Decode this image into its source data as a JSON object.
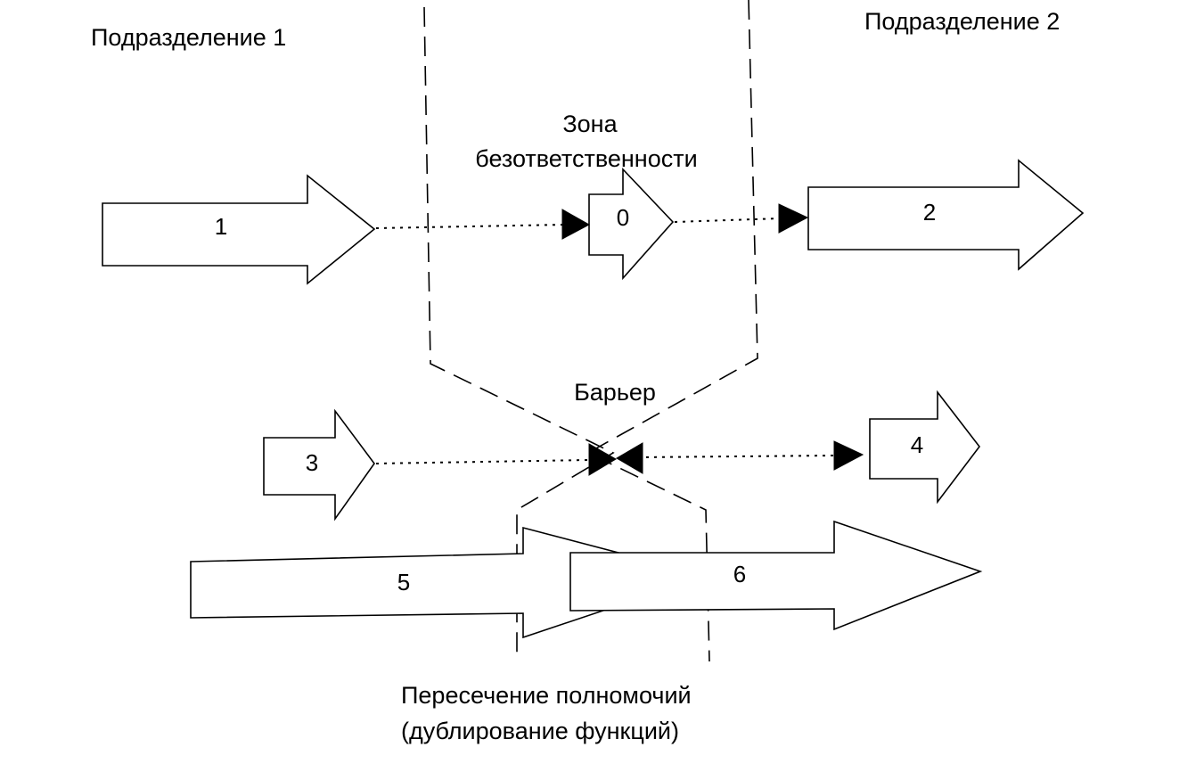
{
  "labels": {
    "unit1": "Подразделение 1",
    "unit2": "Подразделение 2",
    "zone_line1": "Зона",
    "zone_line2": "безответственности",
    "barrier": "Барьер",
    "overlap_line1": "Пересечение полномочий",
    "overlap_line2": "(дублирование функций)"
  },
  "arrows": {
    "a0": "0",
    "a1": "1",
    "a2": "2",
    "a3": "3",
    "a4": "4",
    "a5": "5",
    "a6": "6"
  }
}
